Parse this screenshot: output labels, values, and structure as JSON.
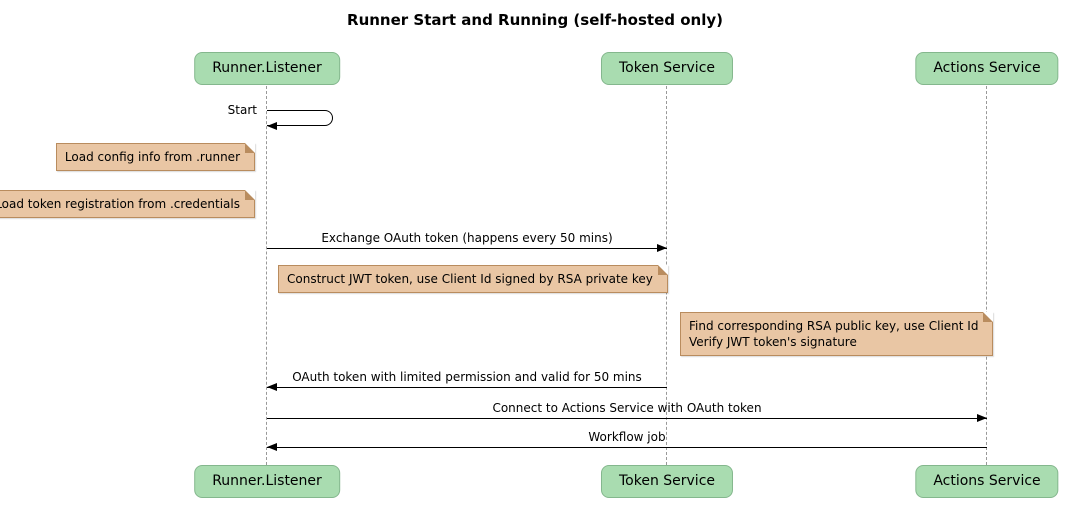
{
  "title": "Runner Start and Running (self-hosted only)",
  "participants": [
    {
      "name": "Runner.Listener"
    },
    {
      "name": "Token Service"
    },
    {
      "name": "Actions Service"
    }
  ],
  "messages": {
    "start": "Start",
    "exchange_oauth": "Exchange OAuth token (happens every 50 mins)",
    "oauth_return": "OAuth token with limited permission and valid for 50 mins",
    "connect": "Connect to Actions Service with OAuth token",
    "workflow_job": "Workflow job"
  },
  "notes": {
    "load_config": "Load config info from .runner",
    "load_token_registration": "Load token registration from .credentials",
    "construct_jwt": "Construct JWT token, use Client Id signed by RSA private key",
    "find_rsa_key_line1": "Find corresponding RSA public key, use Client Id",
    "find_rsa_key_line2": "Verify JWT token's signature"
  },
  "colors": {
    "background": "#ffffff",
    "text": "#000000",
    "participant_fill": "#a9dcb0",
    "participant_border": "#84b78d",
    "note_fill": "#e9c6a4",
    "note_border": "#b98c5e",
    "lifeline": "#999999",
    "arrow": "#000000"
  }
}
